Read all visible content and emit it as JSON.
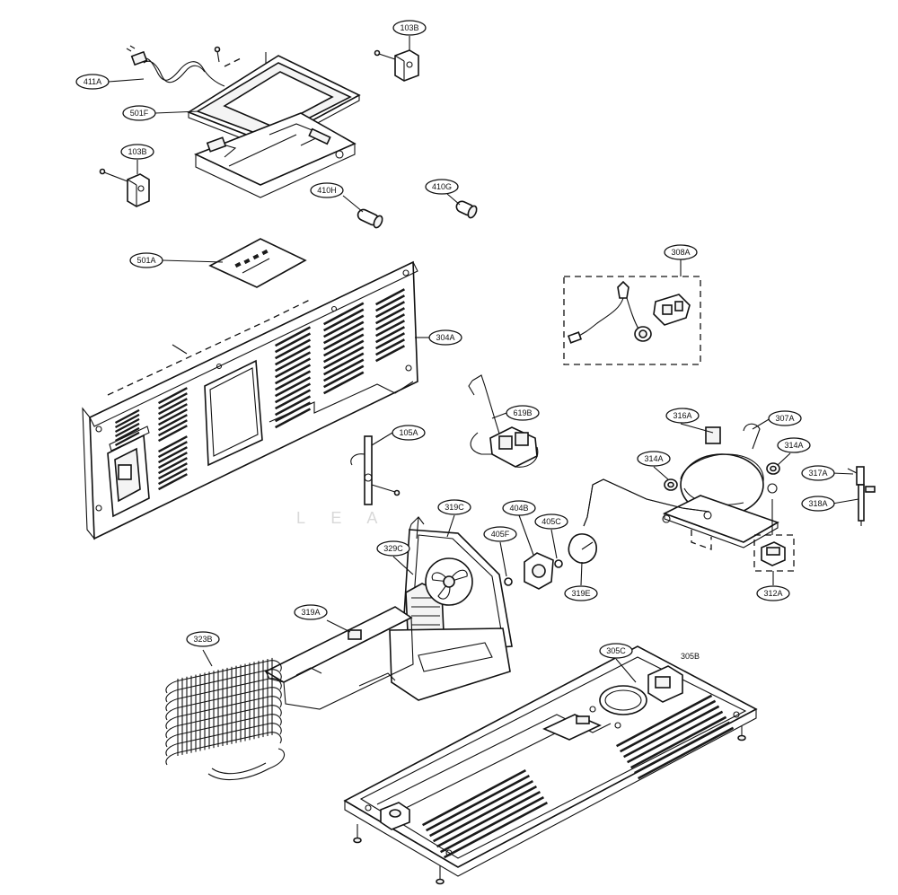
{
  "diagram": {
    "watermark": "L E A",
    "callouts": [
      {
        "id": "411A",
        "label": "411A"
      },
      {
        "id": "103B-top",
        "label": "103B"
      },
      {
        "id": "501F",
        "label": "501F"
      },
      {
        "id": "103B-left",
        "label": "103B"
      },
      {
        "id": "410H",
        "label": "410H"
      },
      {
        "id": "410G",
        "label": "410G"
      },
      {
        "id": "501A",
        "label": "501A"
      },
      {
        "id": "308A",
        "label": "308A"
      },
      {
        "id": "304A",
        "label": "304A"
      },
      {
        "id": "619B",
        "label": "619B"
      },
      {
        "id": "105A",
        "label": "105A"
      },
      {
        "id": "316A",
        "label": "316A"
      },
      {
        "id": "307A",
        "label": "307A"
      },
      {
        "id": "314A-left",
        "label": "314A"
      },
      {
        "id": "314A-right",
        "label": "314A"
      },
      {
        "id": "317A",
        "label": "317A"
      },
      {
        "id": "318A",
        "label": "318A"
      },
      {
        "id": "319C",
        "label": "319C"
      },
      {
        "id": "404B",
        "label": "404B"
      },
      {
        "id": "405C",
        "label": "405C"
      },
      {
        "id": "405F",
        "label": "405F"
      },
      {
        "id": "329C",
        "label": "329C"
      },
      {
        "id": "319E",
        "label": "319E"
      },
      {
        "id": "312A",
        "label": "312A"
      },
      {
        "id": "319A",
        "label": "319A"
      },
      {
        "id": "323B",
        "label": "323B"
      },
      {
        "id": "305C",
        "label": "305C"
      }
    ],
    "plain_labels": [
      {
        "id": "305B",
        "label": "305B"
      }
    ]
  }
}
